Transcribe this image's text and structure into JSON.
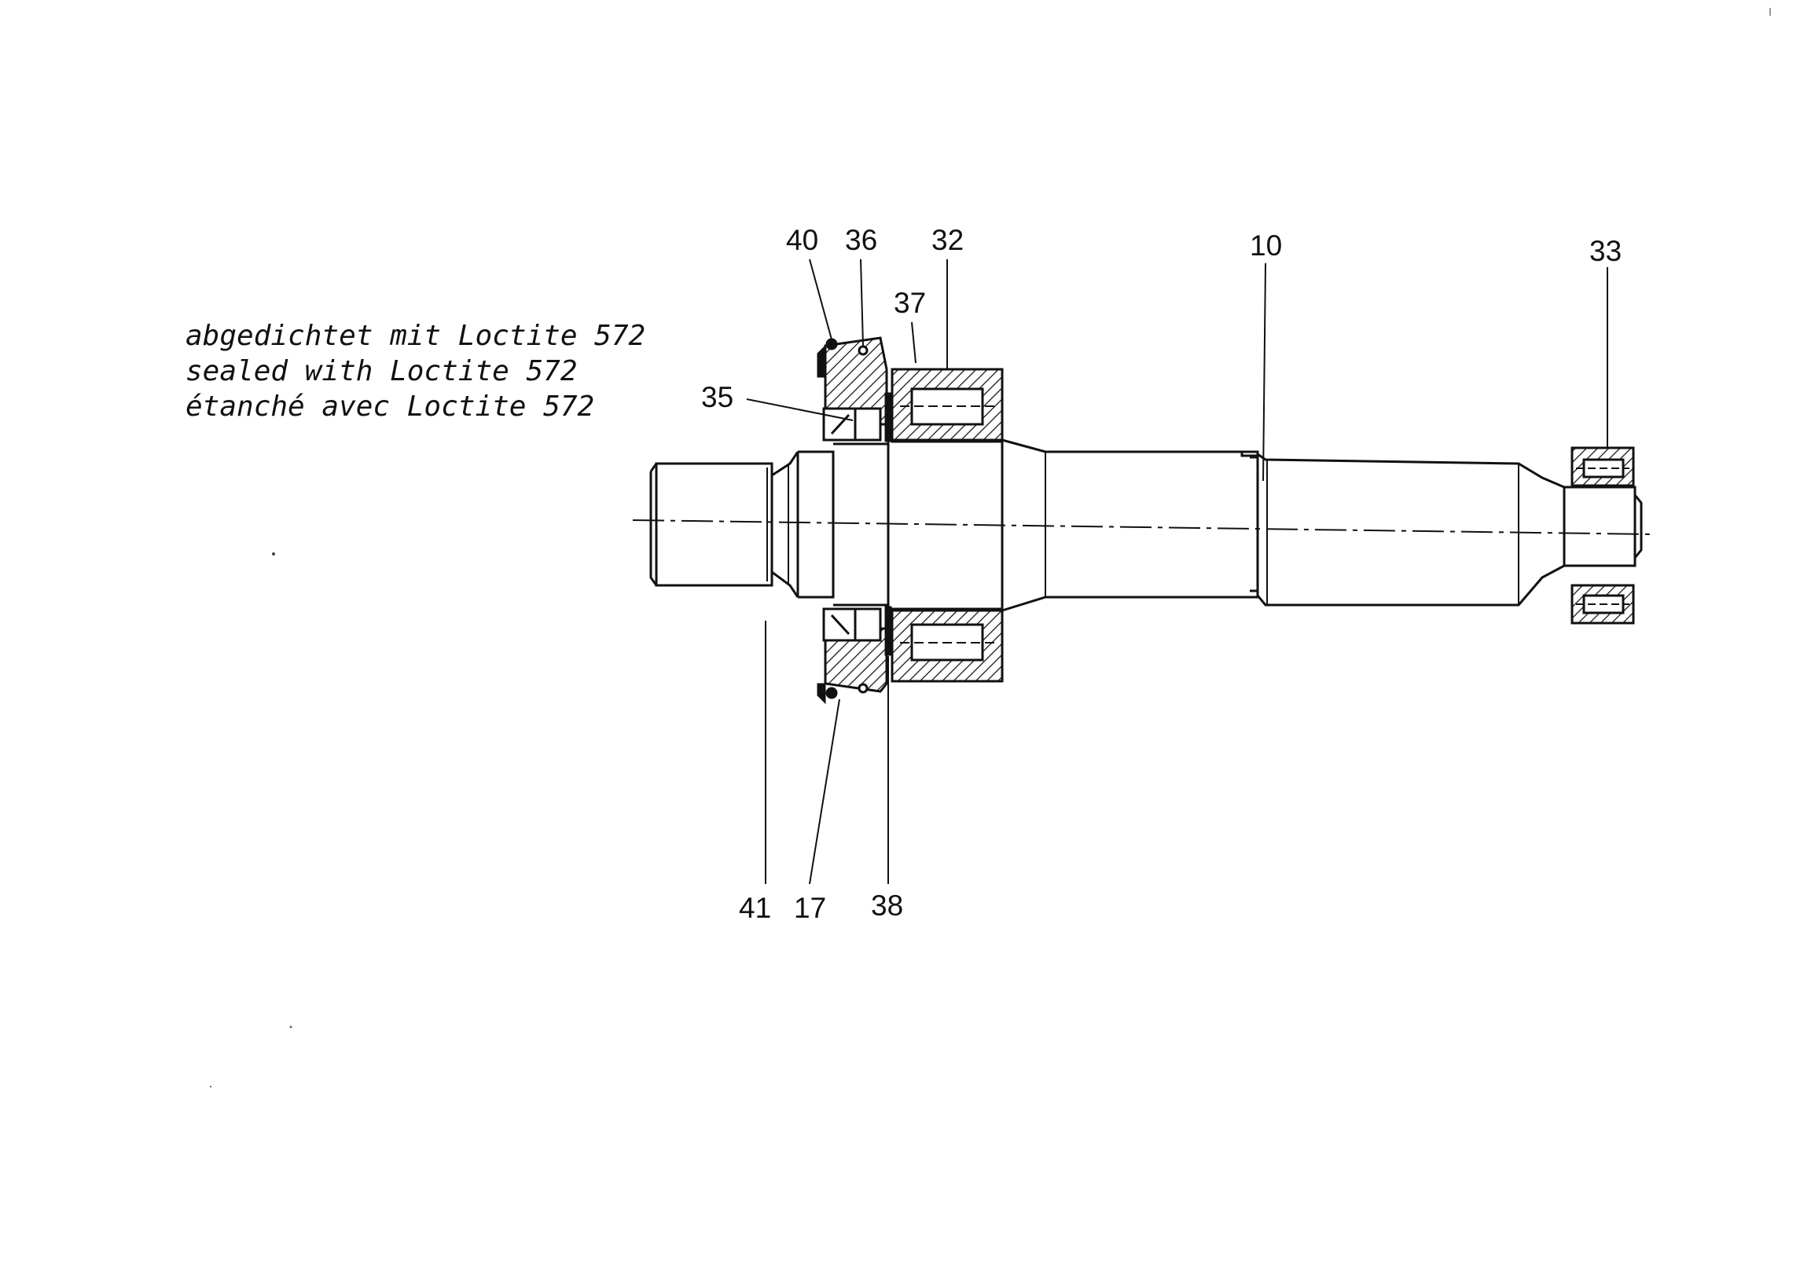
{
  "note": {
    "line_de": "abgedichtet mit Loctite 572",
    "line_en": "sealed with Loctite 572",
    "line_fr": "étanché avec Loctite 572"
  },
  "callouts": {
    "c40": "40",
    "c36": "36",
    "c32": "32",
    "c37": "37",
    "c10": "10",
    "c33": "33",
    "c35": "35",
    "c41": "41",
    "c17": "17",
    "c38": "38"
  }
}
